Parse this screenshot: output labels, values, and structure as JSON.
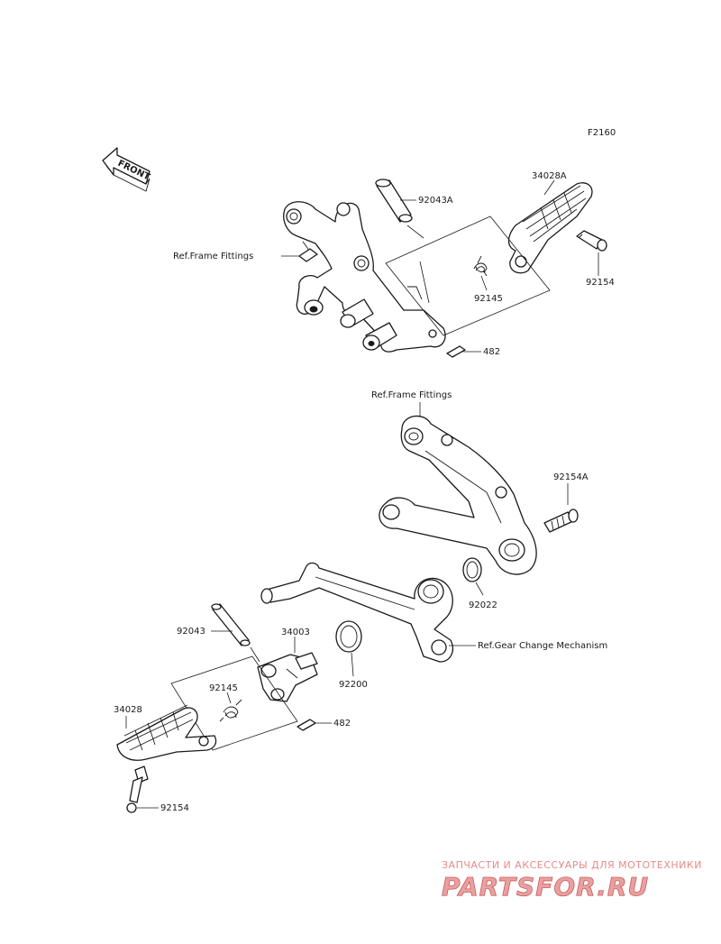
{
  "diagram_code": "F2160",
  "front_arrow_label": "FRONT",
  "labels": {
    "top_92043A": "92043A",
    "top_34028A": "34028A",
    "top_ref_frame": "Ref.Frame Fittings",
    "top_92154": "92154",
    "top_92145": "92145",
    "top_482": "482",
    "bot_ref_frame": "Ref.Frame Fittings",
    "bot_92154A": "92154A",
    "bot_92022": "92022",
    "bot_92043": "92043",
    "bot_34003": "34003",
    "bot_ref_gear": "Ref.Gear Change Mechanism",
    "bot_92200": "92200",
    "bot_92145": "92145",
    "bot_34028": "34028",
    "bot_482": "482",
    "bot_92154": "92154"
  },
  "watermark": {
    "tagline": "ЗАПЧАСТИ И АКСЕССУАРЫ ДЛЯ МОТОТЕХНИКИ",
    "brand": "PARTSFOR.RU"
  }
}
